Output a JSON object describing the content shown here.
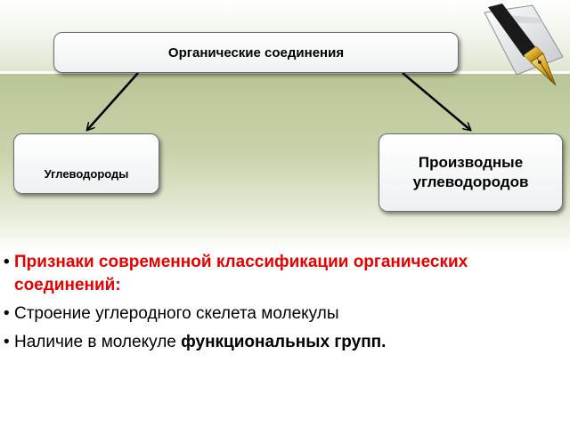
{
  "diagram": {
    "root": "Органические соединения",
    "left": "Углеводороды",
    "right_line1": "Производные",
    "right_line2": "углеводородов"
  },
  "list": {
    "heading": "Признаки современной классификации органических соединений:",
    "item1": "Строение углеродного скелета молекулы",
    "item2_prefix": "Наличие в молекуле ",
    "item2_bold": "функциональных групп."
  },
  "colors": {
    "heading": "#e60000",
    "band": "#c3cea2"
  },
  "icons": {
    "logo": "fountain-pen-icon"
  }
}
